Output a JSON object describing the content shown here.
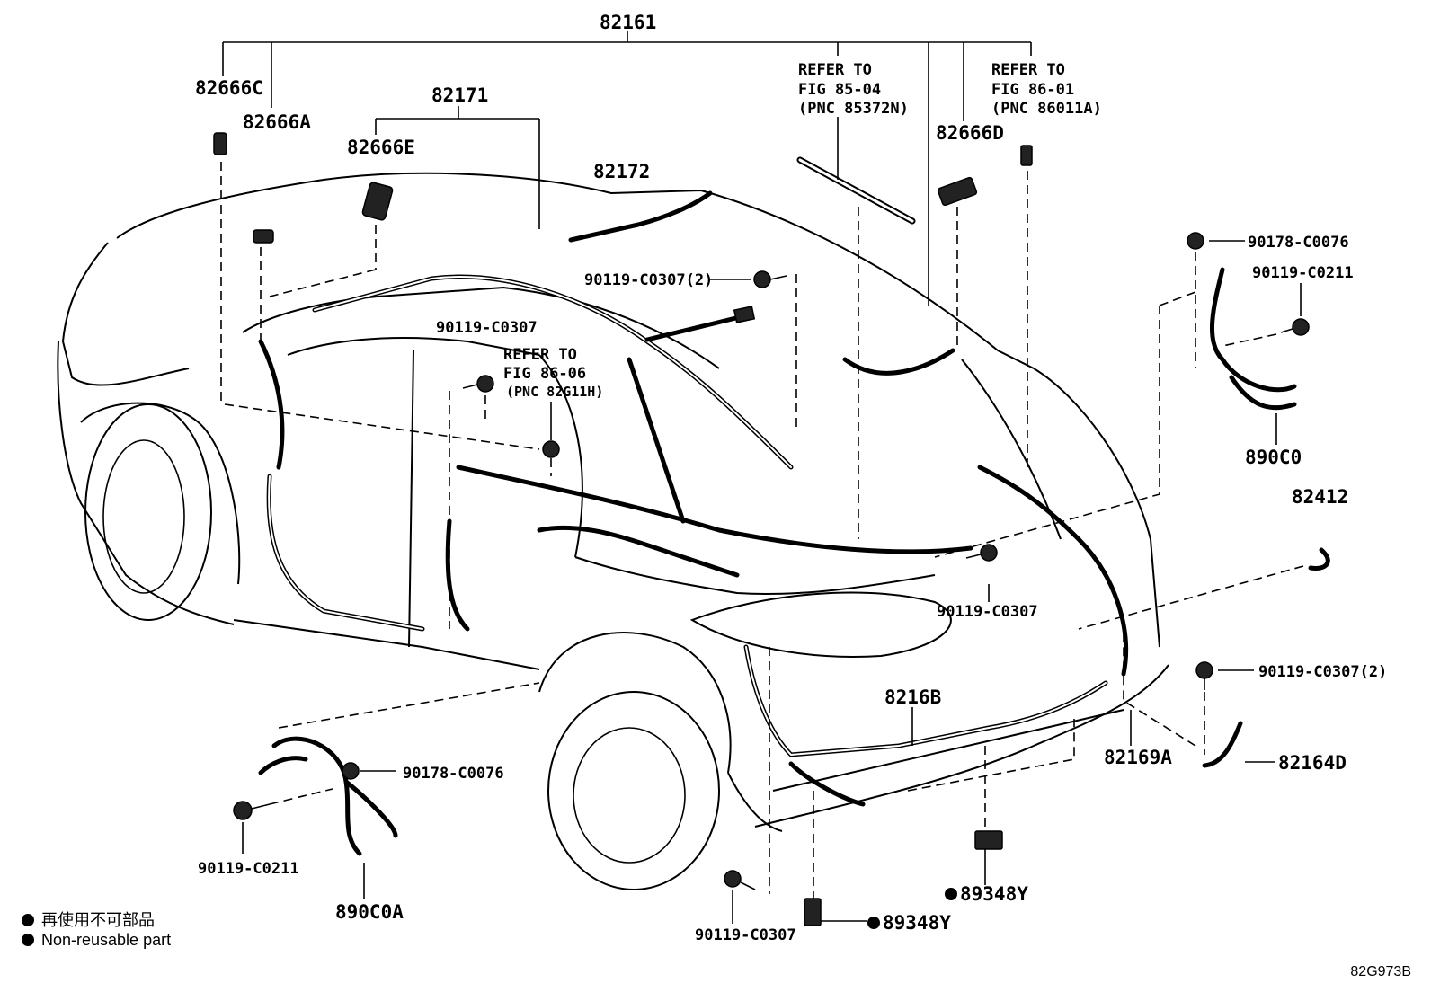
{
  "diagram": {
    "parts": {
      "p82161": "82161",
      "p82666C": "82666C",
      "p82666A": "82666A",
      "p82171": "82171",
      "p82666E": "82666E",
      "p82172": "82172",
      "p82666D": "82666D",
      "p90178_C0076_r": "90178-C0076",
      "p90119_C0211_r": "90119-C0211",
      "p890C0": "890C0",
      "p82412": "82412",
      "p90119_C0307_2_top": "90119-C0307(2)",
      "p90119_C0307_a": "90119-C0307",
      "p90119_C0307_b": "90119-C0307",
      "p90119_C0307_2_r": "90119-C0307(2)",
      "p82164D": "82164D",
      "p8216B": "8216B",
      "p82169A": "82169A",
      "p90178_C0076_l": "90178-C0076",
      "p90119_C0211_l": "90119-C0211",
      "p890C0A": "890C0A",
      "p90119_C0307_bot": "90119-C0307",
      "p89348Y_a": "89348Y",
      "p89348Y_b": "89348Y"
    },
    "refs": {
      "ref1": [
        "REFER TO",
        "FIG 85-04",
        "(PNC 85372N)"
      ],
      "ref2": [
        "REFER TO",
        "FIG 86-01",
        "(PNC 86011A)"
      ],
      "ref3": [
        "REFER TO",
        "FIG 86-06",
        "(PNC 82G11H)"
      ]
    }
  },
  "legend": {
    "line1": "再使用不可部品",
    "line2": "Non-reusable part"
  },
  "figure_code": "82G973B"
}
